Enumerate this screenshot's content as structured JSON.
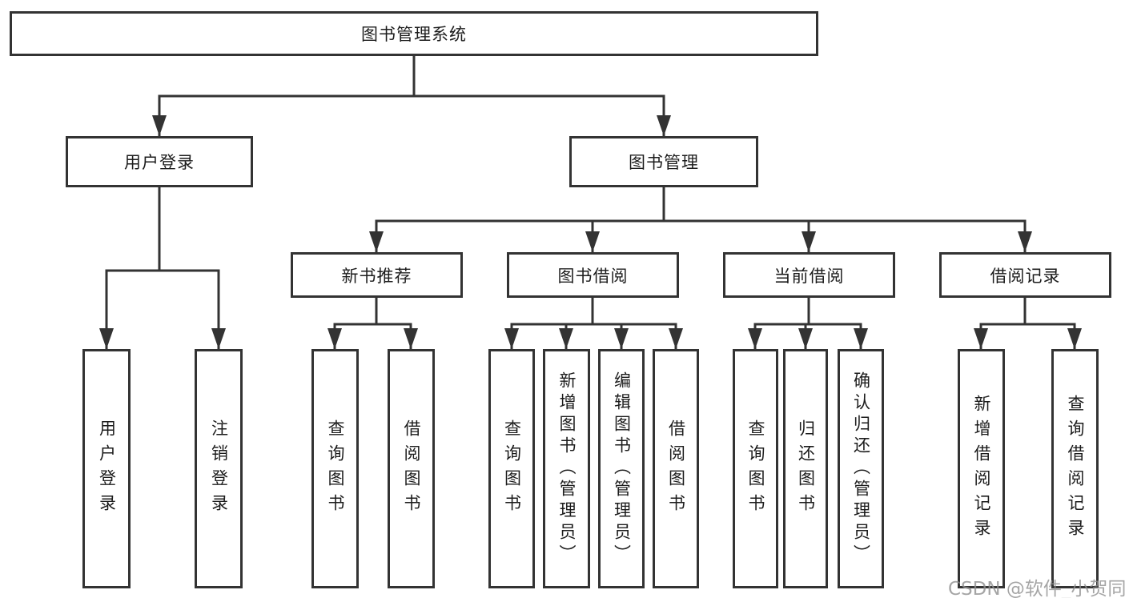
{
  "diagram": {
    "root": {
      "label": "图书管理系统"
    },
    "branches": [
      {
        "label": "用户登录",
        "children": [
          {
            "label": "用户登录"
          },
          {
            "label": "注销登录"
          }
        ]
      },
      {
        "label": "图书管理",
        "groups": [
          {
            "label": "新书推荐",
            "children": [
              {
                "label": "查询图书"
              },
              {
                "label": "借阅图书"
              }
            ]
          },
          {
            "label": "图书借阅",
            "children": [
              {
                "label": "查询图书"
              },
              {
                "label": "新增图书（管理员）"
              },
              {
                "label": "编辑图书（管理员）"
              },
              {
                "label": "借阅图书"
              }
            ]
          },
          {
            "label": "当前借阅",
            "children": [
              {
                "label": "查询图书"
              },
              {
                "label": "归还图书"
              },
              {
                "label": "确认归还（管理员）"
              }
            ]
          },
          {
            "label": "借阅记录",
            "children": [
              {
                "label": "新增借阅记录"
              },
              {
                "label": "查询借阅记录"
              }
            ]
          }
        ]
      }
    ]
  },
  "watermark": {
    "text": "CSDN @软件_小贺同学"
  },
  "colors": {
    "line": "#333333",
    "box_border": "#333333",
    "text": "#1c1c1c",
    "watermark": "#8f8f8f",
    "background": "#ffffff"
  }
}
